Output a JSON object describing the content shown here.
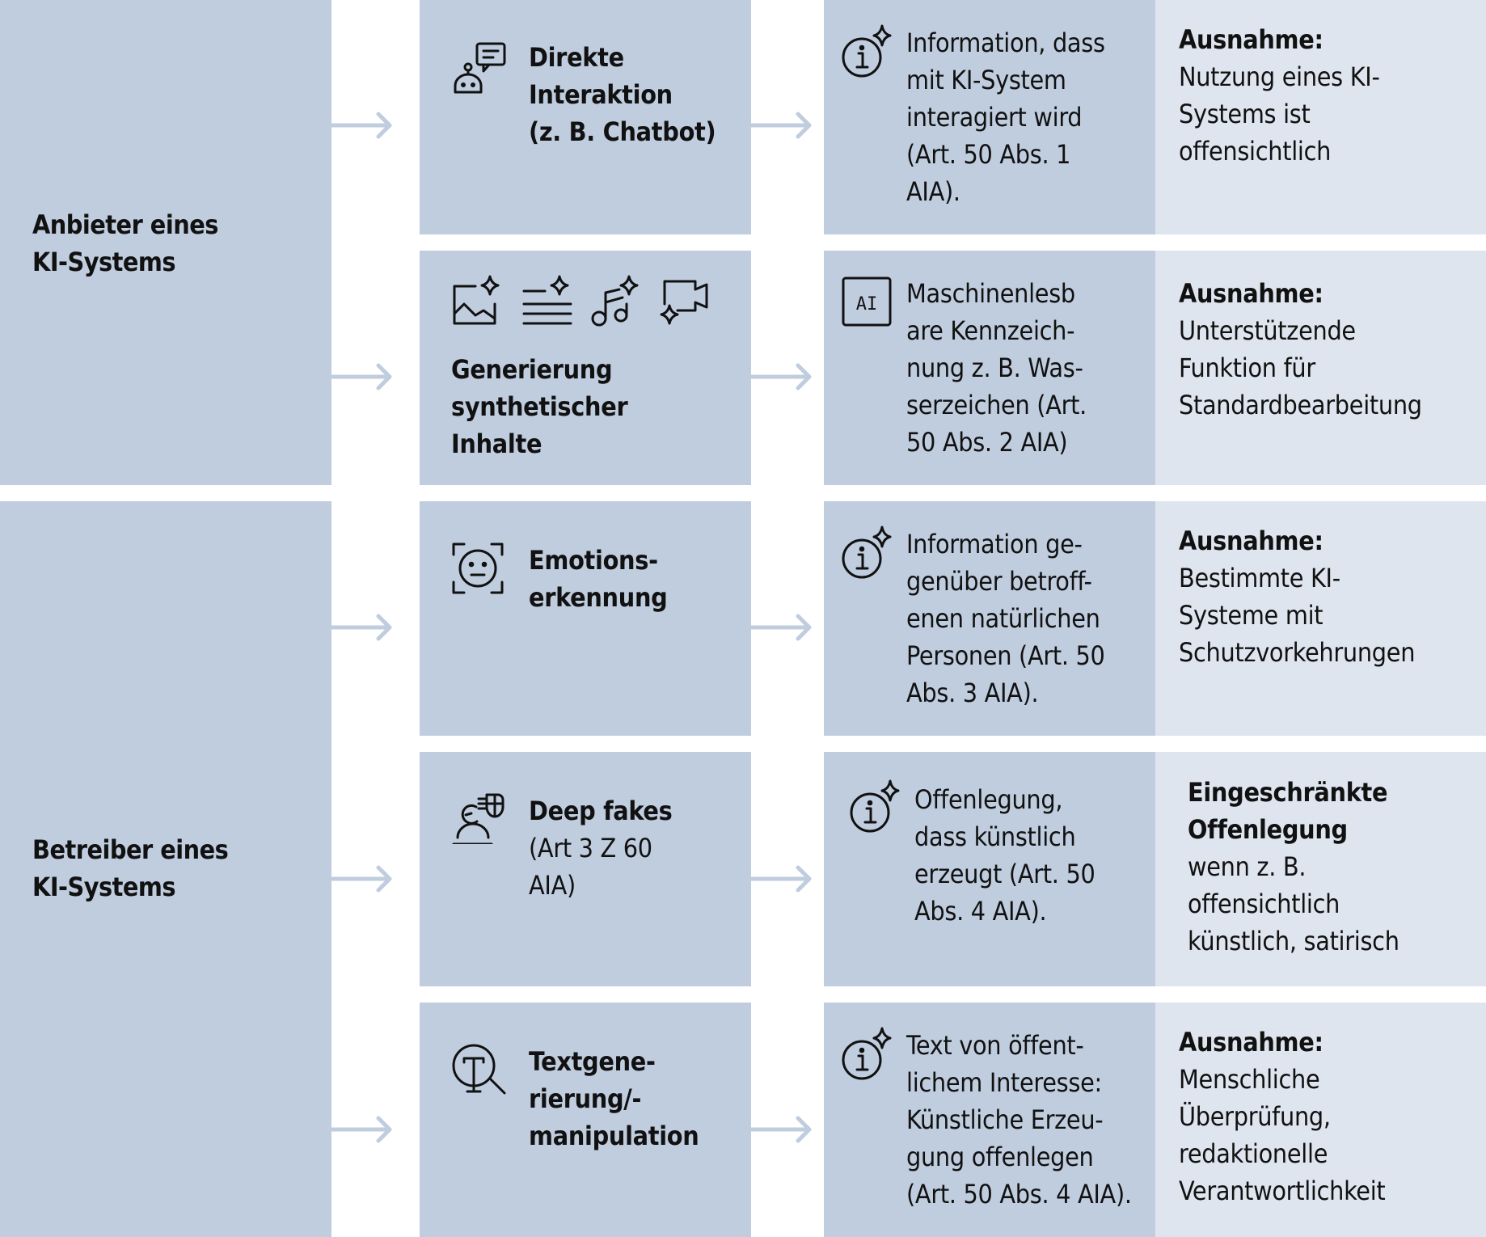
{
  "colors": {
    "actor_bg": "#c0cddf",
    "box_bg": "#c0cddf",
    "exception_bg": "#dfe5ef",
    "arrow": "#c0cddf",
    "text": "#111111"
  },
  "actors": [
    {
      "label_lines": [
        "Anbieter eines",
        "KI-Systems"
      ]
    },
    {
      "label_lines": [
        "Betreiber eines",
        "KI-Systems"
      ]
    }
  ],
  "rows": [
    {
      "icon": "robot-chat-icon",
      "title_lines": [
        "Direkte",
        "Interaktion",
        "(z. B. Chatbot)"
      ],
      "obligation_icon": "info-sparkle-icon",
      "obligation_lines": [
        "Information, dass",
        "mit KI-System",
        "interagiert wird",
        "(Art. 50 Abs. 1",
        "AIA)."
      ],
      "exception_head": [
        "Ausnahme:"
      ],
      "exception_lines": [
        "Nutzung eines KI-",
        "Systems ist",
        "offensichtlich"
      ]
    },
    {
      "icons": [
        "image-sparkle-icon",
        "text-sparkle-icon",
        "music-sparkle-icon",
        "video-sparkle-icon"
      ],
      "title_lines": [
        "Generierung",
        "synthetischer",
        "Inhalte"
      ],
      "obligation_icon": "ai-label-icon",
      "ai_label": "AI",
      "obligation_lines": [
        "Maschinenlesb",
        "are Kennzeich-",
        "nung z. B. Was-",
        "serzeichen (Art.",
        "50 Abs. 2 AIA)"
      ],
      "exception_head": [
        "Ausnahme:"
      ],
      "exception_lines": [
        "Unterstützende",
        "Funktion für",
        "Standardbearbeitung"
      ]
    },
    {
      "icon": "face-scan-icon",
      "title_lines": [
        "Emotions-",
        "erkennung"
      ],
      "obligation_icon": "info-sparkle-icon",
      "obligation_lines": [
        "Information ge-",
        "genüber betroff-",
        "enen natürlichen",
        "Personen (Art. 50",
        "Abs. 3 AIA)."
      ],
      "exception_head": [
        "Ausnahme:"
      ],
      "exception_lines": [
        "Bestimmte KI-",
        "Systeme mit",
        "Schutzvorkehrungen"
      ]
    },
    {
      "icon": "deepfake-person-icon",
      "title_lines": [
        "Deep fakes"
      ],
      "subtitle_lines": [
        "(Art 3 Z 60",
        "AIA)"
      ],
      "obligation_icon": "info-sparkle-icon",
      "obligation_lines": [
        "Offenlegung,",
        "dass künstlich",
        "erzeugt (Art. 50",
        "Abs. 4 AIA)."
      ],
      "exception_head": [
        "Eingeschränkte",
        "Offenlegung"
      ],
      "exception_lines": [
        "wenn z. B.",
        "offensichtlich",
        "künstlich, satirisch"
      ]
    },
    {
      "icon": "text-search-icon",
      "title_lines": [
        "Textgene-",
        "rierung/-",
        "manipulation"
      ],
      "obligation_icon": "info-sparkle-icon",
      "obligation_lines": [
        "Text von öffent-",
        "lichem Interesse:",
        "Künstliche Erzeu-",
        "gung offenlegen",
        "(Art. 50 Abs. 4 AIA)."
      ],
      "exception_head": [
        "Ausnahme:"
      ],
      "exception_lines": [
        "Menschliche",
        "Überprüfung,",
        "redaktionelle",
        "Verantwortlichkeit"
      ]
    }
  ]
}
